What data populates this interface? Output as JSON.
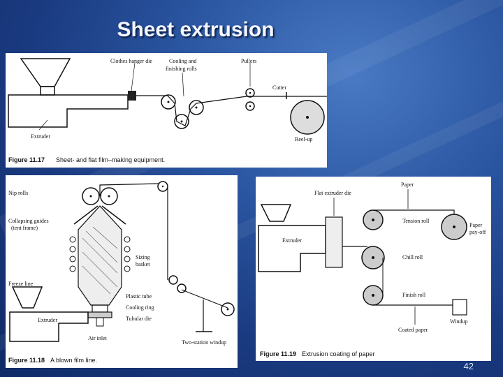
{
  "slide": {
    "title": "Sheet extrusion",
    "page_number": "42"
  },
  "figure_11_17": {
    "labels": {
      "clothes_hanger_die": "Clothes hanger die",
      "cooling_line1": "Cooling and",
      "cooling_line2": "finishing rolls",
      "pullers": "Pullers",
      "cutter": "Cutter",
      "extruder": "Extruder",
      "reel_up": "Reel-up"
    },
    "caption_number": "Figure 11.17",
    "caption_text": "Sheet- and flat film–making equipment."
  },
  "figure_11_18": {
    "labels": {
      "nip_rolls": "Nip rolls",
      "collapsing_line1": "Collapsing guides",
      "collapsing_line2": "(tent frame)",
      "sizing_line1": "Sizing",
      "sizing_line2": "basket",
      "freeze_line": "Freeze line",
      "plastic_tube": "Plastic tube",
      "cooling_ring": "Cooling ring",
      "tubular_die": "Tubular die",
      "extruder": "Extruder",
      "air_inlet": "Air inlet",
      "two_station_windup": "Two-station windup"
    },
    "caption_number": "Figure 11.18",
    "caption_text": "A blown film line."
  },
  "figure_11_19": {
    "labels": {
      "flat_extruder_die": "Flat extruder die",
      "paper": "Paper",
      "tension_roll": "Tension roll",
      "paper_payoff_line1": "Paper",
      "paper_payoff_line2": "pay-off",
      "extruder": "Extruder",
      "chill_roll": "Chill roll",
      "finish_roll": "Finish roll",
      "windup": "Windup",
      "coated_paper": "Coated paper"
    },
    "caption_number": "Figure 11.19",
    "caption_text": "Extrusion coating of paper"
  }
}
